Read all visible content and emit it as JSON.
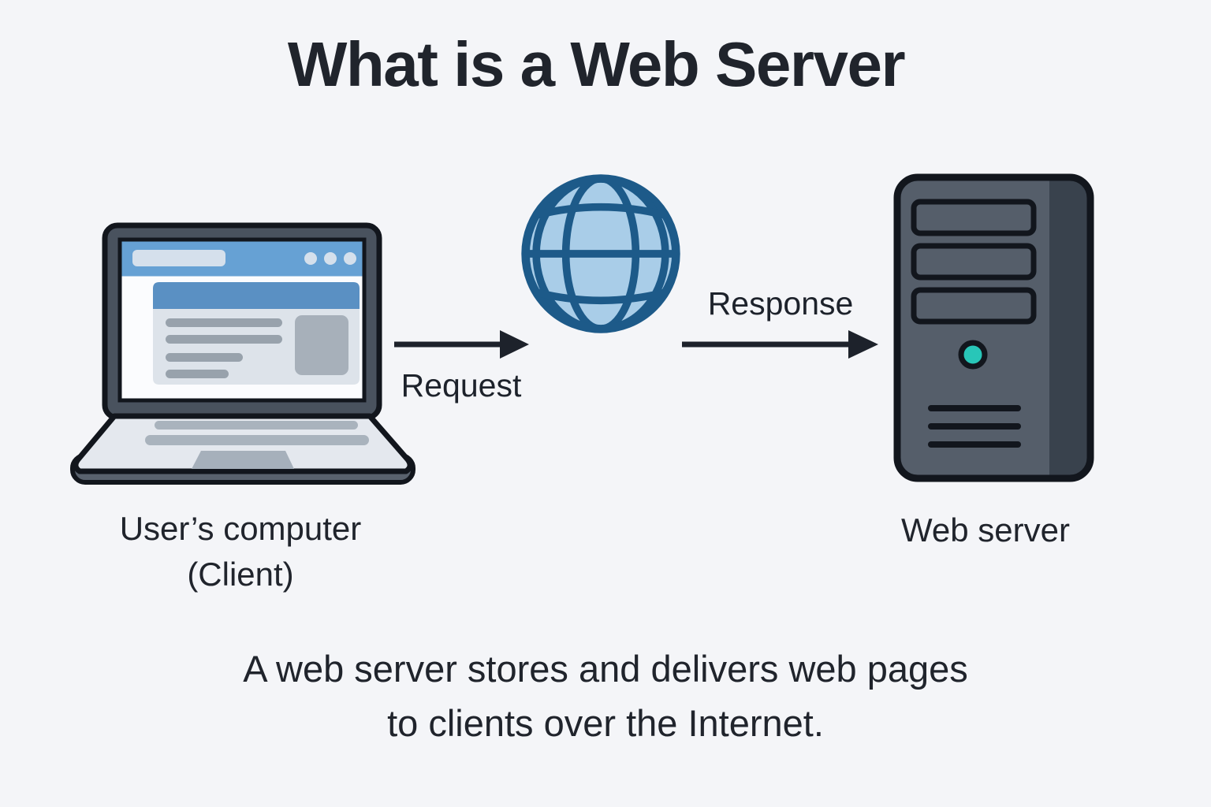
{
  "diagram": {
    "title": "What is a Web Server",
    "flow": {
      "request_label": "Request",
      "response_label": "Response"
    },
    "client": {
      "label_line1": "User’s computer",
      "label_line2": "(Client)"
    },
    "server": {
      "label": "Web server"
    },
    "caption_line1": "A web server stores and delivers web pages",
    "caption_line2": "to clients over the Internet."
  },
  "icons": {
    "laptop": "laptop-client-illustration",
    "globe": "internet-globe-icon",
    "server": "server-tower-illustration",
    "request_arrow": "right-arrow-icon",
    "response_arrow": "right-arrow-icon"
  },
  "colors": {
    "bg": "#f4f5f8",
    "ink": "#20242c",
    "outline": "#12161d",
    "blue_bar": "#66a1d4",
    "blue_header": "#5a90c3",
    "globe_fill": "#a9cde8",
    "globe_stroke": "#1d5a89",
    "laptop_lid": "#49525e",
    "laptop_base": "#e4e8ee",
    "server_body": "#555e6a",
    "server_stripe": "#39424d",
    "led_teal": "#28c6b8"
  }
}
